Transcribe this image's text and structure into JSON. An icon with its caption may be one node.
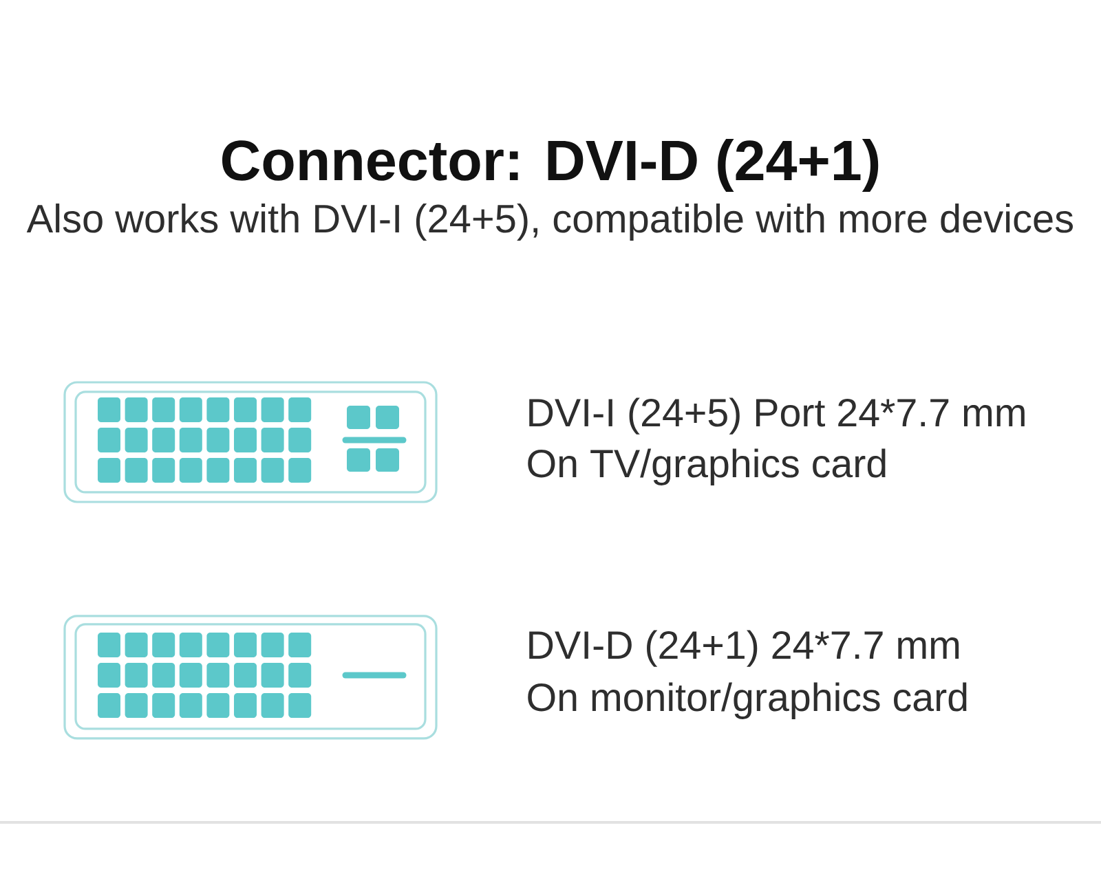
{
  "diagram": {
    "title": "Connector: DVI-D (24+1)",
    "nodes": [
      {
        "text": [],
        "shape": "picture",
        "beside": [
          "DVI-I (24+5) Port 24*7.7 mm",
          "On TV/graphics card"
        ]
      },
      {
        "text": [],
        "shape": "picture",
        "beside": [
          "DVI-D (24+1) 24*7.7 mm",
          "On monitor/graphics card"
        ]
      }
    ],
    "labels": [
      "Also works with DVI-I (24+5), compatible with more devices"
    ]
  }
}
